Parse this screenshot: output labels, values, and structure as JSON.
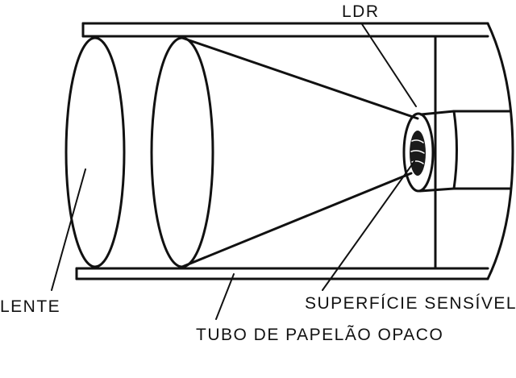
{
  "labels": {
    "ldr": "LDR",
    "lente": "LENTE",
    "superficie": "SUPERFÍCIE SENSÍVEL",
    "tubo": "TUBO DE PAPELÃO OPACO"
  },
  "colors": {
    "ink": "#111111",
    "background": "#ffffff"
  }
}
